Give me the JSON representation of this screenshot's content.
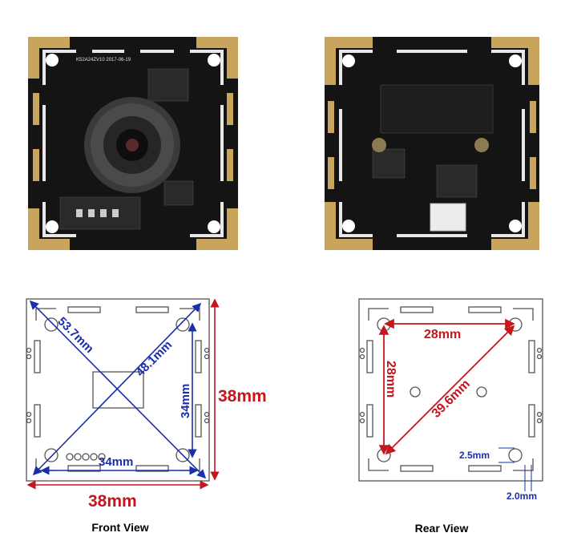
{
  "board_marking": "K52A24ZV10 2017-06-19",
  "front": {
    "caption": "Front View",
    "diagonal_left": "53.7mm",
    "diagonal_right": "48.1mm",
    "hole_spacing_vertical": "34mm",
    "hole_spacing_horizontal": "34mm",
    "board_height": "38mm",
    "board_width": "38mm"
  },
  "rear": {
    "caption": "Rear View",
    "hole_spacing_horizontal": "28mm",
    "hole_spacing_vertical": "28mm",
    "diagonal": "39.6mm",
    "hole_diameter": "2.5mm",
    "edge_offset": "2.0mm"
  },
  "colors": {
    "pcb_black": "#141414",
    "gold_pad": "#c9a45c",
    "blue_dimension": "#1a2fa8",
    "red_dimension": "#c4161c",
    "outline_gray": "#555555"
  }
}
